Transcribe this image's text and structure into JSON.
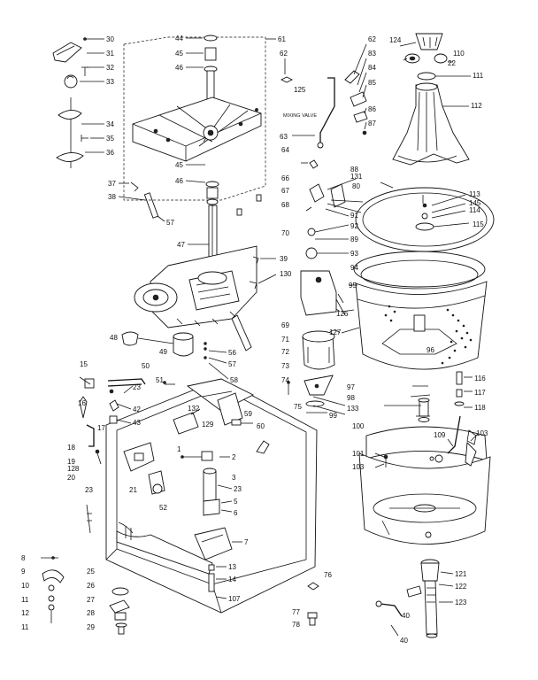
{
  "diagram": {
    "labels": [
      {
        "id": "p30",
        "text": "30"
      },
      {
        "id": "p31",
        "text": "31"
      },
      {
        "id": "p32",
        "text": "32"
      },
      {
        "id": "p33",
        "text": "33"
      },
      {
        "id": "p34",
        "text": "34"
      },
      {
        "id": "p35",
        "text": "35"
      },
      {
        "id": "p36",
        "text": "36"
      },
      {
        "id": "p37",
        "text": "37"
      },
      {
        "id": "p38",
        "text": "38"
      },
      {
        "id": "p57a",
        "text": "57"
      },
      {
        "id": "p44",
        "text": "44"
      },
      {
        "id": "p45a",
        "text": "45"
      },
      {
        "id": "p46a",
        "text": "46"
      },
      {
        "id": "p45b",
        "text": "45"
      },
      {
        "id": "p46b",
        "text": "46"
      },
      {
        "id": "p47",
        "text": "47"
      },
      {
        "id": "p61",
        "text": "61"
      },
      {
        "id": "p62a",
        "text": "62"
      },
      {
        "id": "p125",
        "text": "125"
      },
      {
        "id": "p62b",
        "text": "62"
      },
      {
        "id": "p83",
        "text": "83"
      },
      {
        "id": "p84",
        "text": "84"
      },
      {
        "id": "p85",
        "text": "85"
      },
      {
        "id": "p86",
        "text": "86"
      },
      {
        "id": "p87",
        "text": "87"
      },
      {
        "id": "p63",
        "text": "63"
      },
      {
        "id": "p64",
        "text": "64"
      },
      {
        "id": "p124",
        "text": "124"
      },
      {
        "id": "p110",
        "text": "110"
      },
      {
        "id": "p22",
        "text": "22"
      },
      {
        "id": "p111",
        "text": "111"
      },
      {
        "id": "p112",
        "text": "112"
      },
      {
        "id": "p88",
        "text": "88"
      },
      {
        "id": "p131",
        "text": "131"
      },
      {
        "id": "p66",
        "text": "66"
      },
      {
        "id": "p80",
        "text": "80"
      },
      {
        "id": "p67",
        "text": "67"
      },
      {
        "id": "p68",
        "text": "68"
      },
      {
        "id": "p91",
        "text": "91"
      },
      {
        "id": "p70",
        "text": "70"
      },
      {
        "id": "p92",
        "text": "92"
      },
      {
        "id": "p89",
        "text": "89"
      },
      {
        "id": "p93",
        "text": "93"
      },
      {
        "id": "p94",
        "text": "94"
      },
      {
        "id": "p113",
        "text": "113"
      },
      {
        "id": "p145",
        "text": "145"
      },
      {
        "id": "p114",
        "text": "114"
      },
      {
        "id": "p115",
        "text": "115"
      },
      {
        "id": "p39",
        "text": "39"
      },
      {
        "id": "p130",
        "text": "130"
      },
      {
        "id": "p95",
        "text": "95"
      },
      {
        "id": "p69",
        "text": "69"
      },
      {
        "id": "p71",
        "text": "71"
      },
      {
        "id": "p126",
        "text": "126"
      },
      {
        "id": "p127",
        "text": "127"
      },
      {
        "id": "p72",
        "text": "72"
      },
      {
        "id": "p73",
        "text": "73"
      },
      {
        "id": "p48",
        "text": "48"
      },
      {
        "id": "p49",
        "text": "49"
      },
      {
        "id": "p56",
        "text": "56"
      },
      {
        "id": "p57b",
        "text": "57"
      },
      {
        "id": "p58",
        "text": "58"
      },
      {
        "id": "p96",
        "text": "96"
      },
      {
        "id": "p74",
        "text": "74"
      },
      {
        "id": "p75",
        "text": "75"
      },
      {
        "id": "p15",
        "text": "15"
      },
      {
        "id": "p50",
        "text": "50"
      },
      {
        "id": "p51",
        "text": "51"
      },
      {
        "id": "p16",
        "text": "16"
      },
      {
        "id": "p23a",
        "text": "23"
      },
      {
        "id": "p42",
        "text": "42"
      },
      {
        "id": "p43",
        "text": "43"
      },
      {
        "id": "p17",
        "text": "17"
      },
      {
        "id": "p132",
        "text": "132"
      },
      {
        "id": "p129",
        "text": "129"
      },
      {
        "id": "p59",
        "text": "59"
      },
      {
        "id": "p60",
        "text": "60"
      },
      {
        "id": "p133",
        "text": "133"
      },
      {
        "id": "p97",
        "text": "97"
      },
      {
        "id": "p98",
        "text": "98"
      },
      {
        "id": "p99",
        "text": "99"
      },
      {
        "id": "p100",
        "text": "100"
      },
      {
        "id": "p116",
        "text": "116"
      },
      {
        "id": "p117",
        "text": "117"
      },
      {
        "id": "p118",
        "text": "118"
      },
      {
        "id": "p109",
        "text": "109"
      },
      {
        "id": "p103a",
        "text": "103"
      },
      {
        "id": "p18",
        "text": "18"
      },
      {
        "id": "p19",
        "text": "19"
      },
      {
        "id": "p128",
        "text": "128"
      },
      {
        "id": "p20",
        "text": "20"
      },
      {
        "id": "p1",
        "text": "1"
      },
      {
        "id": "p2",
        "text": "2"
      },
      {
        "id": "p101",
        "text": "101"
      },
      {
        "id": "p103b",
        "text": "103"
      },
      {
        "id": "p21",
        "text": "21"
      },
      {
        "id": "p52",
        "text": "52"
      },
      {
        "id": "p23b",
        "text": "23"
      },
      {
        "id": "p3",
        "text": "3"
      },
      {
        "id": "p23c",
        "text": "23"
      },
      {
        "id": "p5",
        "text": "5"
      },
      {
        "id": "p6",
        "text": "6"
      },
      {
        "id": "p7",
        "text": "7"
      },
      {
        "id": "p8",
        "text": "8"
      },
      {
        "id": "p9",
        "text": "9"
      },
      {
        "id": "p10",
        "text": "10"
      },
      {
        "id": "p11a",
        "text": "11"
      },
      {
        "id": "p12",
        "text": "12"
      },
      {
        "id": "p11b",
        "text": "11"
      },
      {
        "id": "p25",
        "text": "25"
      },
      {
        "id": "p26",
        "text": "26"
      },
      {
        "id": "p27",
        "text": "27"
      },
      {
        "id": "p28",
        "text": "28"
      },
      {
        "id": "p29",
        "text": "29"
      },
      {
        "id": "p13",
        "text": "13"
      },
      {
        "id": "p14",
        "text": "14"
      },
      {
        "id": "p107",
        "text": "107"
      },
      {
        "id": "p76",
        "text": "76"
      },
      {
        "id": "p77",
        "text": "77"
      },
      {
        "id": "p78",
        "text": "78"
      },
      {
        "id": "p121",
        "text": "121"
      },
      {
        "id": "p122",
        "text": "122"
      },
      {
        "id": "p123",
        "text": "123"
      },
      {
        "id": "p40a",
        "text": "40"
      },
      {
        "id": "p40b",
        "text": "40"
      }
    ],
    "mixing_valve_label": "MIXING VALVE"
  }
}
